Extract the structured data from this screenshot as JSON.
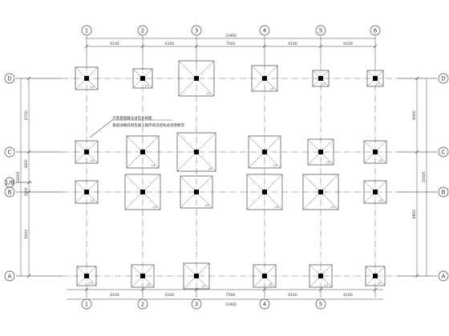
{
  "grid": {
    "columns": [
      "1",
      "2",
      "3",
      "4",
      "5",
      "6"
    ],
    "rows": [
      "D",
      "C",
      "1/B",
      "B",
      "A"
    ]
  },
  "dimensions": {
    "top_spans": [
      "6100",
      "6100",
      "7500",
      "6100",
      "6100"
    ],
    "top_total": "31900",
    "bottom_spans": [
      "6100",
      "6100",
      "7500",
      "6100",
      "6100"
    ],
    "bottom_total": "31900",
    "left_spans": [
      "6700",
      "3800",
      "3500",
      "6000"
    ],
    "right_spans": [
      "6900",
      "6800"
    ],
    "right_total": "21600",
    "left_total": "21600"
  },
  "annotation": {
    "line1": "示意基础做法详见大样图",
    "line2": "基础详细说明及施工顺序请见结构总说明要求"
  },
  "footings": {
    "D": [
      "J-1",
      "J-2",
      "J-3",
      "J-2",
      "J-1",
      "J-1"
    ],
    "C": [
      "J-2",
      "J-3",
      "J-4",
      "J-3",
      "J-2",
      "J-2"
    ],
    "B": [
      "J-2",
      "J-4",
      "J-3",
      "J-4",
      "J-3",
      "J-2"
    ],
    "A": [
      "J-1",
      "J-2",
      "J-2",
      "J-2",
      "J-1",
      "J-1"
    ]
  },
  "colors": {
    "line": "#444444",
    "axis": "#666666",
    "column": "#000000"
  }
}
